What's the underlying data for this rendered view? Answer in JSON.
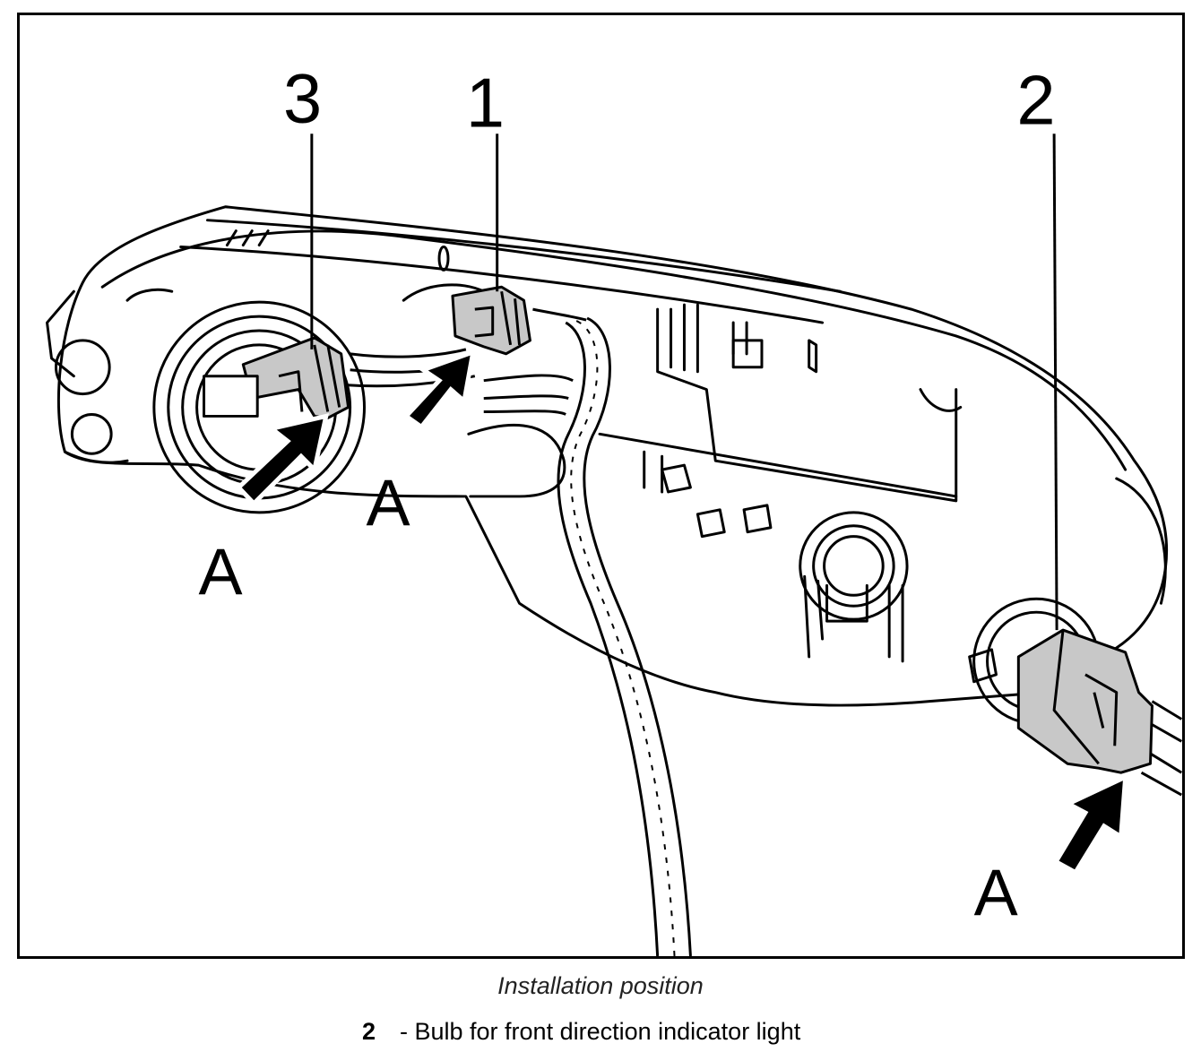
{
  "figure": {
    "callouts": [
      {
        "id": "1",
        "label": "1"
      },
      {
        "id": "2",
        "label": "2"
      },
      {
        "id": "3",
        "label": "3"
      }
    ],
    "arrow_label": "A",
    "colors": {
      "line": "#000000",
      "connector_fill": "#c8c8c8",
      "arrow_fill": "#000000",
      "background": "#ffffff"
    }
  },
  "caption": {
    "title": "Installation position"
  },
  "legend": [
    {
      "number": "2",
      "text": "- Bulb for front direction indicator light"
    }
  ]
}
